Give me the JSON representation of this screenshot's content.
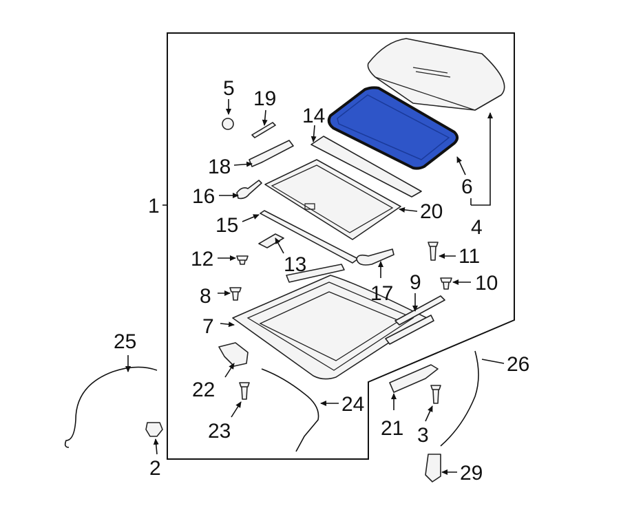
{
  "diagram": {
    "callouts": [
      "1",
      "2",
      "3",
      "4",
      "5",
      "6",
      "7",
      "8",
      "9",
      "10",
      "11",
      "12",
      "13",
      "14",
      "15",
      "16",
      "17",
      "18",
      "19",
      "20",
      "21",
      "22",
      "23",
      "24",
      "25",
      "26",
      "29"
    ],
    "highlight_color": "#2e55c8"
  }
}
